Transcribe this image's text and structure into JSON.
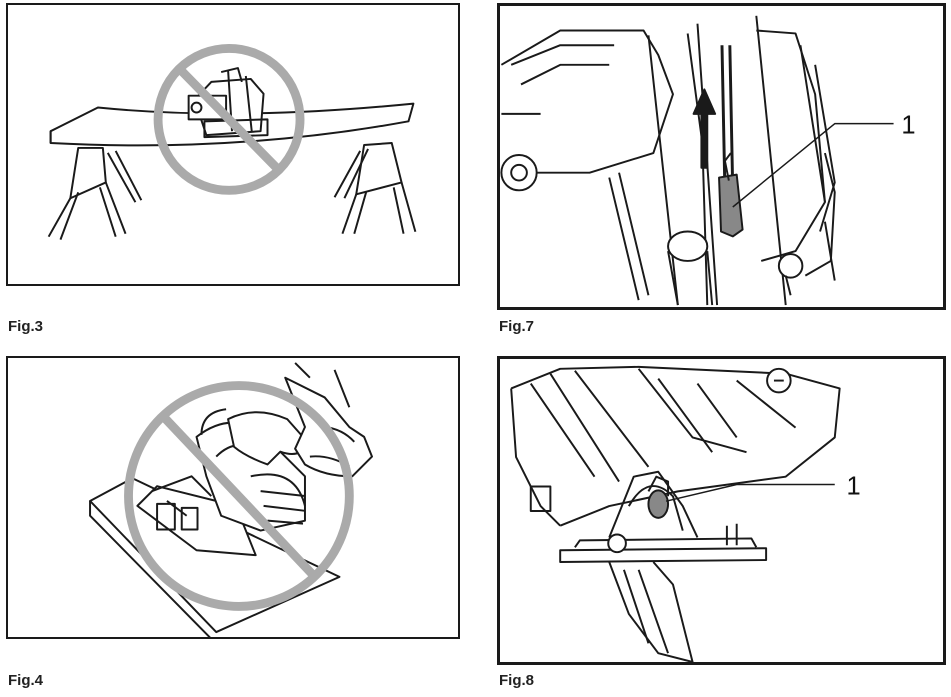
{
  "figures": [
    {
      "id": "fig3",
      "label": "Fig.3",
      "illustration": "saw-on-sagging-board-prohibited"
    },
    {
      "id": "fig7",
      "label": "Fig.7",
      "illustration": "blade-guard-lever",
      "callout": "1"
    },
    {
      "id": "fig4",
      "label": "Fig.4",
      "illustration": "hand-holding-saw-prohibited"
    },
    {
      "id": "fig8",
      "label": "Fig.8",
      "illustration": "bevel-lock-lever",
      "callout": "1"
    }
  ],
  "colors": {
    "line": "#1a1a1a",
    "prohibition": "#aaaaaa",
    "shade": "#888888"
  }
}
